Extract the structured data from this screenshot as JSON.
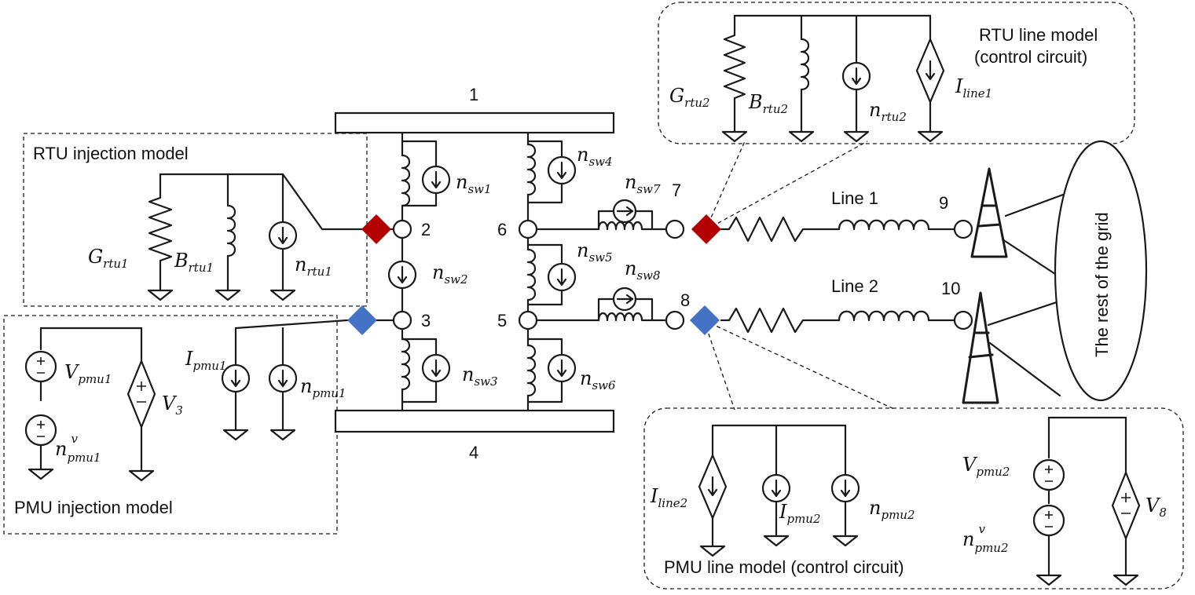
{
  "boxes": {
    "rtu_injection": "RTU injection model",
    "pmu_injection": "PMU injection model",
    "rtu_line_1": "RTU line model",
    "rtu_line_2": "(control circuit)",
    "pmu_line": "PMU line model (control circuit)"
  },
  "buses": {
    "b1": "1",
    "b2": "2",
    "b3": "3",
    "b4": "4",
    "b5": "5",
    "b6": "6",
    "b7": "7",
    "b8": "8",
    "b9": "9",
    "b10": "10"
  },
  "lines": {
    "line1": "Line 1",
    "line2": "Line 2"
  },
  "grid": "The rest of the grid",
  "symbols": {
    "G": "G",
    "B": "B",
    "n": "n",
    "I": "I",
    "V": "V",
    "rtu1": "rtu1",
    "rtu2": "rtu2",
    "pmu1": "pmu1",
    "pmu2": "pmu2",
    "line1": "line1",
    "line2": "line2",
    "sw1": "sw1",
    "sw2": "sw2",
    "sw3": "sw3",
    "sw4": "sw4",
    "sw5": "sw5",
    "sw6": "sw6",
    "sw7": "sw7",
    "sw8": "sw8",
    "v": "v",
    "three": "3",
    "eight": "8"
  },
  "colors": {
    "rtu_marker": "#b30000",
    "pmu_marker": "#4472c4"
  },
  "icons": {
    "current_source": "down-arrow-circle",
    "voltage_source": "plus-minus-circle",
    "dependent_source": "diamond",
    "ground": "ground-triangle",
    "tower": "transmission-tower"
  }
}
